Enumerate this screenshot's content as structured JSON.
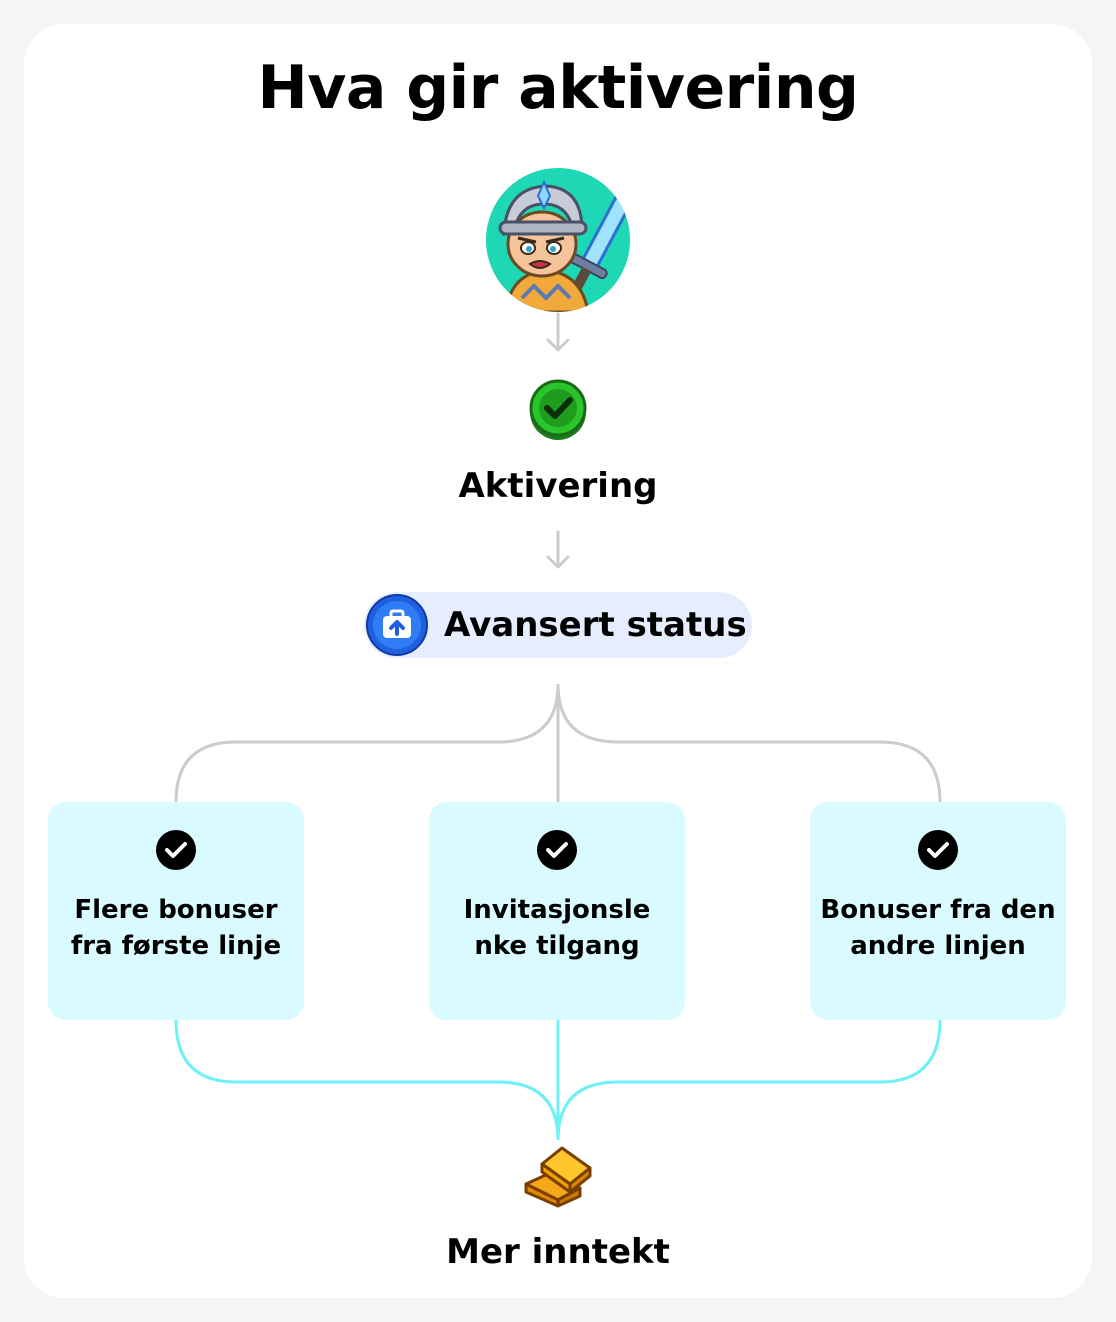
{
  "title": "Hva gir aktivering",
  "activation": {
    "label": "Aktivering",
    "icon": "green-check-icon"
  },
  "status": {
    "label": "Avansert status",
    "icon": "briefcase-upgrade-icon"
  },
  "benefits": [
    {
      "label": "Flere bonuser fra første linje",
      "icon": "check-icon"
    },
    {
      "label": "Invitasjonsle nke tilgang",
      "icon": "check-icon"
    },
    {
      "label": "Bonuser fra den andre linjen",
      "icon": "check-icon"
    }
  ],
  "result": {
    "label": "Mer inntekt",
    "icon": "gold-bars-icon"
  },
  "avatar": {
    "icon": "knight-avatar-icon"
  },
  "colors": {
    "connector_gray": "#cccccc",
    "connector_cyan": "#6ef0f7",
    "benefit_bg": "#d9fbff",
    "status_bg": "#e6edff",
    "avatar_bg": "#1ed7b5"
  }
}
